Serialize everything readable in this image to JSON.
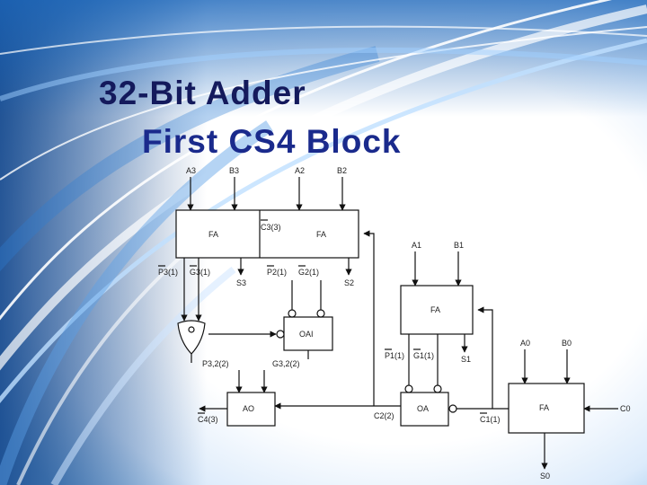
{
  "slide": {
    "title_line_1": "32-Bit Adder",
    "title_line_2": "First CS4 Block"
  },
  "diagram": {
    "blocks": {
      "fa_bit3": "FA",
      "fa_bit2": "FA",
      "fa_bit1": "FA",
      "fa_bit0": "FA",
      "oai_upper": "OAI",
      "oa_lower": "OA",
      "ao_lower": "AO"
    },
    "inputs": {
      "a3": "A3",
      "b3": "B3",
      "a2": "A2",
      "b2": "B2",
      "a1": "A1",
      "b1": "B1",
      "a0": "A0",
      "b0": "B0",
      "c0": "C0"
    },
    "outputs": {
      "s3": "S3",
      "s2": "S2",
      "s1": "S1",
      "s0": "S0",
      "c4_bar": "C4(3)"
    },
    "signals": {
      "c3_bar_3": "C3(3)",
      "p3_bar_1": "P3(1)",
      "g3_bar_1": "G3(1)",
      "p2_bar_1": "P2(1)",
      "g2_bar_1": "G2(1)",
      "p1_bar_1": "P1(1)",
      "g1_bar_1": "G1(1)",
      "c1_bar_1": "C1(1)",
      "p32_2": "P3,2(2)",
      "g32_2": "G3,2(2)",
      "c2_2": "C2(2)"
    }
  }
}
